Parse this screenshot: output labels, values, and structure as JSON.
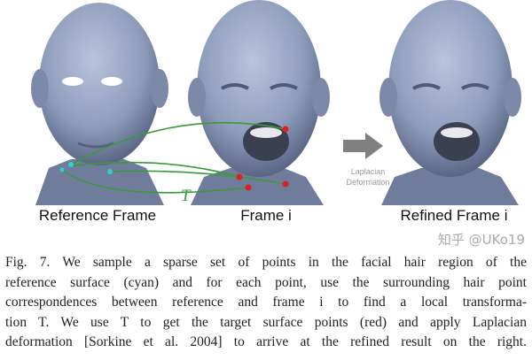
{
  "figure": {
    "labels": [
      "Reference Frame",
      "Frame i",
      "Refined Frame i"
    ],
    "transform_label": "T",
    "arrow_text": [
      "Laplacian",
      "Deformation"
    ],
    "colors": {
      "skin": "#8e9cbc",
      "source_points": "#2fd0d0",
      "target_points": "#e02020",
      "curves": "#3a9a3a",
      "arrow": "#808080"
    }
  },
  "caption": {
    "lines": [
      "Fig. 7.  We sample a sparse set of points in the facial hair region of the",
      "reference surface (cyan) and for each point, use the surrounding hair point",
      "correspondences between reference and frame i to find a local transforma-",
      "tion T. We use T to get the target surface points (red) and apply Laplacian",
      "deformation [Sorkine et al. 2004] to arrive at the refined result on the right."
    ]
  },
  "watermark": "知乎 @UKo19"
}
